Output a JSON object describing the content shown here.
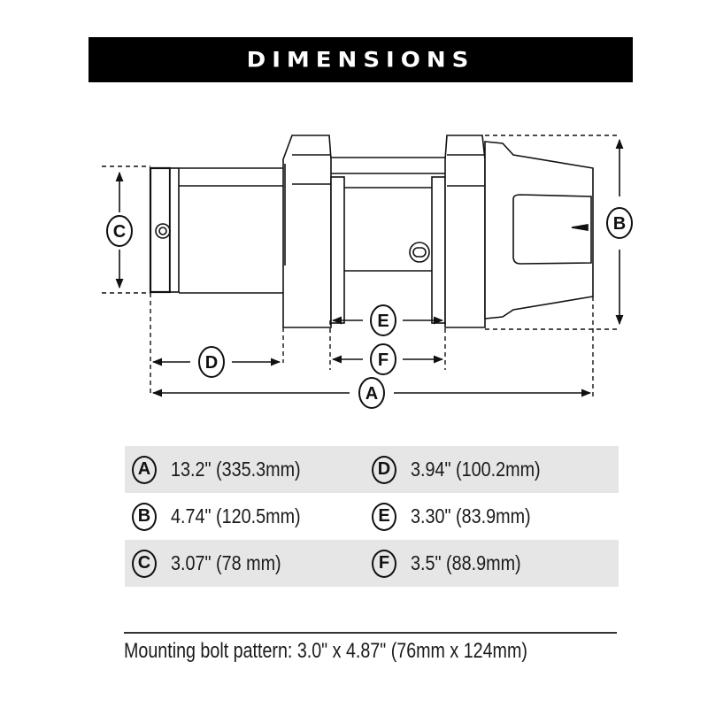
{
  "header": {
    "title": "DIMENSIONS"
  },
  "diagram": {
    "labels": {
      "A": "A",
      "B": "B",
      "C": "C",
      "D": "D",
      "E": "E",
      "F": "F"
    }
  },
  "specs": {
    "rows": [
      {
        "left": {
          "key": "A",
          "value": "13.2\" (335.3mm)"
        },
        "right": {
          "key": "D",
          "value": "3.94\" (100.2mm)"
        }
      },
      {
        "left": {
          "key": "B",
          "value": "4.74\" (120.5mm)"
        },
        "right": {
          "key": "E",
          "value": "3.30\" (83.9mm)"
        }
      },
      {
        "left": {
          "key": "C",
          "value": "3.07\" (78 mm)"
        },
        "right": {
          "key": "F",
          "value": "3.5\" (88.9mm)"
        }
      }
    ]
  },
  "footnote": {
    "text": "Mounting bolt pattern: 3.0\" x 4.87\" (76mm x 124mm)"
  },
  "colors": {
    "header_bg": "#000000",
    "header_text": "#ffffff",
    "row_shade": "#e6e6e6",
    "line": "#111111"
  }
}
